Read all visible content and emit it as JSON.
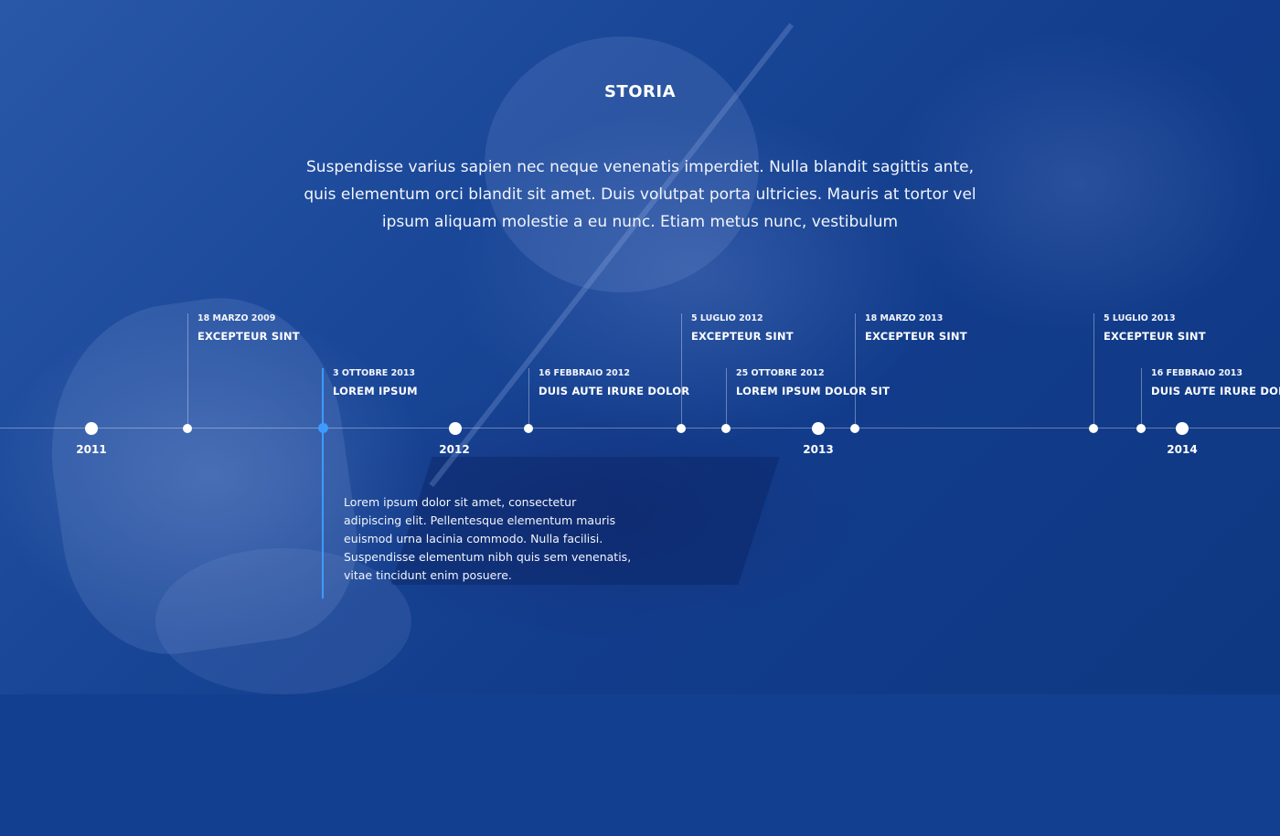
{
  "section": {
    "title": "STORIA",
    "intro": "Suspendisse varius sapien nec neque venenatis imperdiet. Nulla blandit sagittis ante, quis elementum orci blandit sit amet. Duis volutpat porta ultricies. Mauris at tortor vel ipsum aliquam molestie a eu nunc. Etiam metus nunc, vestibulum"
  },
  "timeline": {
    "years": [
      "2011",
      "2012",
      "2013",
      "2014"
    ],
    "events": [
      {
        "date": "18 MARZO 2009",
        "title": "EXCEPTEUR SINT"
      },
      {
        "date": "3 OTTOBRE 2013",
        "title": "LOREM IPSUM"
      },
      {
        "date": "16 FEBBRAIO 2012",
        "title": "DUIS AUTE IRURE DOLOR"
      },
      {
        "date": "5 LUGLIO 2012",
        "title": "EXCEPTEUR SINT"
      },
      {
        "date": "25 OTTOBRE 2012",
        "title": "LOREM IPSUM DOLOR SIT"
      },
      {
        "date": "18 MARZO 2013",
        "title": "EXCEPTEUR SINT"
      },
      {
        "date": "5 LUGLIO 2013",
        "title": "EXCEPTEUR SINT"
      },
      {
        "date": "16 FEBBRAIO 2013",
        "title": "DUIS AUTE IRURE DOLOR"
      }
    ],
    "active_event": "3 OTTOBRE 2013",
    "detail": "Lorem ipsum dolor sit amet, consectetur adipiscing elit. Pellentesque elementum mauris euismod urna lacinia commodo. Nulla facilisi. Suspendisse elementum nibh quis sem venenatis, vitae tincidunt enim posuere."
  },
  "colors": {
    "background": "#123f8f",
    "accent": "#3d9bff",
    "text": "#ffffff"
  }
}
